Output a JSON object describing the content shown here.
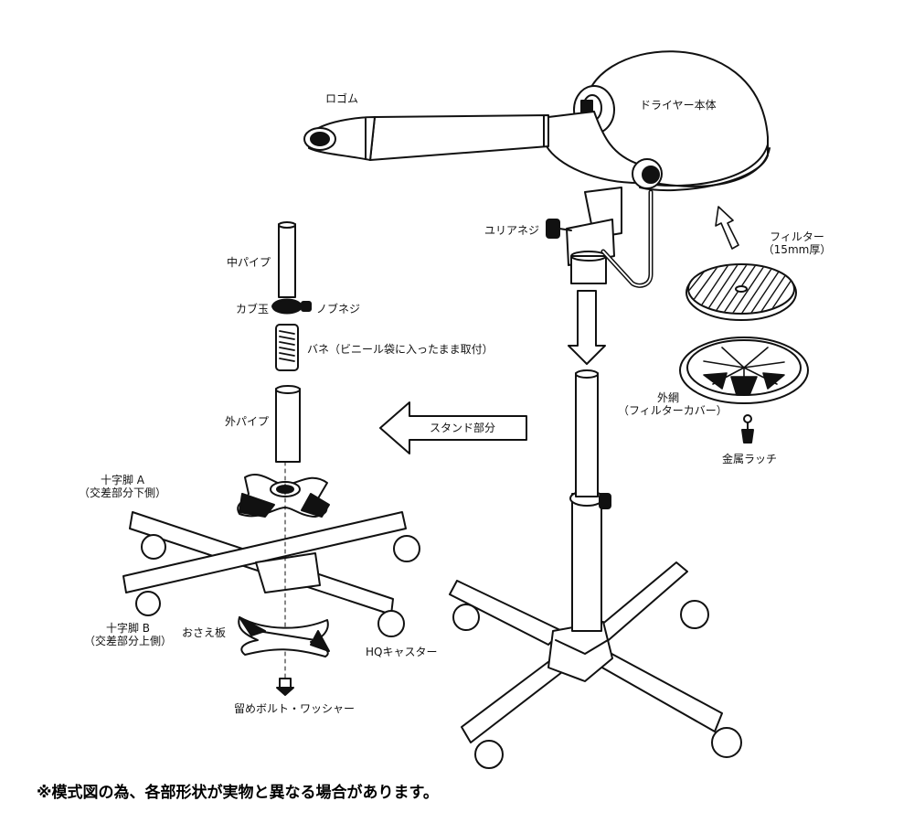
{
  "labels": {
    "rogomu": "ロゴム",
    "dryer_body": "ドライヤー本体",
    "yuria_neji": "ユリアネジ",
    "filter_line1": "フィルター",
    "filter_line2": "（15mm厚）",
    "outer_net_line1": "外網",
    "outer_net_line2": "（フィルターカバー）",
    "metal_latch": "金属ラッチ",
    "naka_pipe": "中パイプ",
    "kabu_dama": "カブ玉",
    "nobu_neji": "ノブネジ",
    "spring": "バネ（ビニール袋に入ったまま取付）",
    "soto_pipe": "外パイプ",
    "stand_part": "スタンド部分",
    "cross_leg_a_line1": "十字脚 A",
    "cross_leg_a_line2": "（交差部分下側）",
    "cross_leg_b_line1": "十字脚 B",
    "cross_leg_b_line2": "（交差部分上側）",
    "osae_ita": "おさえ板",
    "hq_caster": "HQキャスター",
    "bolt_washer": "留めボルト・ワッシャー"
  },
  "note": "※模式図の為、各部形状が実物と異なる場合があります。"
}
